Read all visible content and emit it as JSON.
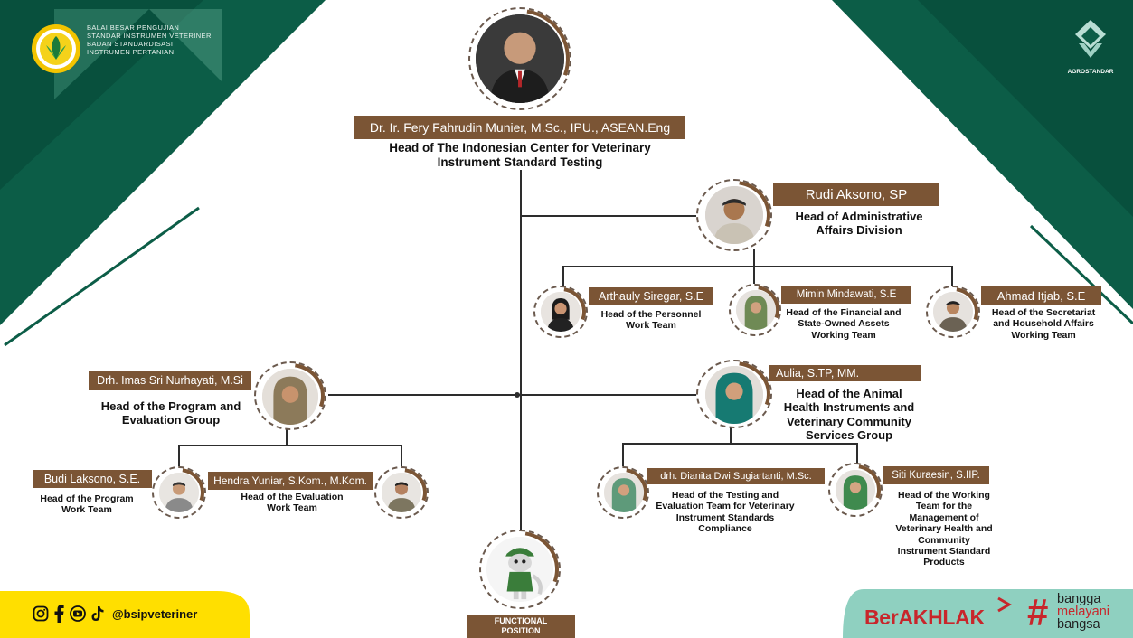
{
  "header_logo": {
    "lines": [
      "BALAI BESAR PENGUJIAN",
      "STANDAR INSTRUMEN VETERINER",
      "BADAN STANDARDISASI",
      "INSTRUMEN PERTANIAN"
    ]
  },
  "brand_logo": {
    "label": "AGROSTANDAR"
  },
  "top": {
    "name": "Dr. Ir. Fery Fahrudin Munier, M.Sc., IPU., ASEAN.Eng",
    "role_line1": "Head of The Indonesian Center for Veterinary",
    "role_line2": "Instrument Standard Testing"
  },
  "admin": {
    "name": "Rudi Aksono, SP",
    "role_line1": "Head of Administrative",
    "role_line2": "Affairs Division"
  },
  "admin_teams": [
    {
      "name": "Arthauly Siregar, S.E",
      "role_line1": "Head of the Personnel",
      "role_line2": "Work Team",
      "role_line3": ""
    },
    {
      "name": "Mimin Mindawati, S.E",
      "role_line1": "Head of the Financial  and",
      "role_line2": "State-Owned Assets",
      "role_line3": "Working Team"
    },
    {
      "name": "Ahmad Itjab, S.E",
      "role_line1": "Head of the Secretariat",
      "role_line2": "and Household Affairs",
      "role_line3": "Working Team"
    }
  ],
  "program": {
    "name": "Drh. Imas Sri Nurhayati, M.Si",
    "role_line1": "Head of the Program and",
    "role_line2": "Evaluation Group"
  },
  "program_teams": [
    {
      "name": "Budi Laksono, S.E.",
      "role_line1": "Head of the Program",
      "role_line2": "Work Team"
    },
    {
      "name": "Hendra Yuniar, S.Kom., M.Kom.",
      "role_line1": "Head of the Evaluation",
      "role_line2": "Work Team"
    }
  ],
  "animal": {
    "name": "Aulia, S.TP, MM.",
    "role_lines": [
      "Head of the Animal",
      "Health Instruments and",
      "Veterinary Community",
      "Services Group"
    ]
  },
  "animal_teams": [
    {
      "name": "drh. Dianita Dwi Sugiartanti, M.Sc.",
      "role_lines": [
        "Head of the Testing and",
        "Evaluation Team for Veterinary",
        "Instrument Standards",
        "Compliance"
      ]
    },
    {
      "name": "Siti Kuraesin, S.IIP.",
      "role_lines": [
        "Head of the Working",
        "Team for the",
        "Management of",
        "Veterinary Health and",
        "Community",
        "Instrument Standard",
        "Products"
      ]
    }
  ],
  "functional": {
    "line1": "FUNCTIONAL",
    "line2": "POSITION"
  },
  "social": {
    "handle": "@bsipveteriner"
  },
  "slogan": {
    "berakhlak": "BerAKHLAK",
    "hash": "#",
    "l1": "bangga",
    "l2": "melayani",
    "l3": "bangsa"
  },
  "colors": {
    "dark_green": "#0a5a45",
    "mid_green": "#1f7a60",
    "brown": "#7b5535",
    "yellow": "#ffdf00",
    "mint": "#8fd0c0",
    "red": "#d2292b"
  }
}
